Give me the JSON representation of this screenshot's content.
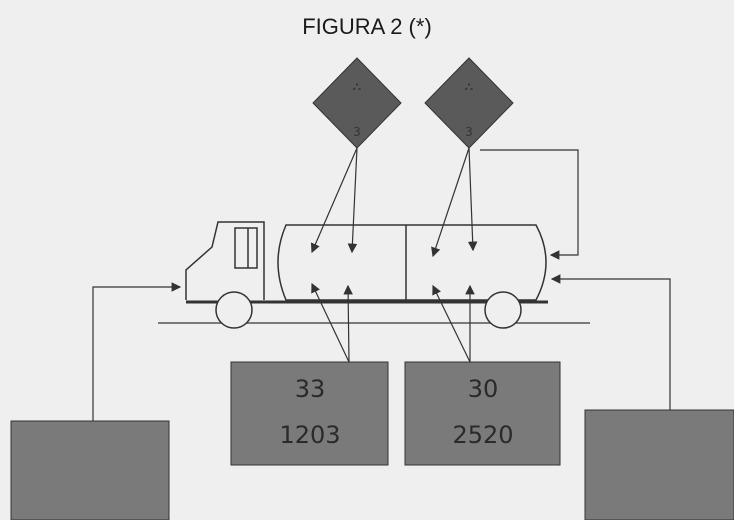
{
  "title": "FIGURA 2 (*)",
  "placards": [
    {
      "top": "⛬",
      "class": "3"
    },
    {
      "top": "⛬",
      "class": "3"
    }
  ],
  "orange_panels": [
    {
      "hazard_id": "33",
      "un_number": "1203"
    },
    {
      "hazard_id": "30",
      "un_number": "2520"
    }
  ],
  "colors": {
    "placard": "#5a5a5a",
    "panel": "#7a7a7a",
    "side_box": "#7a7a7a",
    "line": "#444444"
  }
}
